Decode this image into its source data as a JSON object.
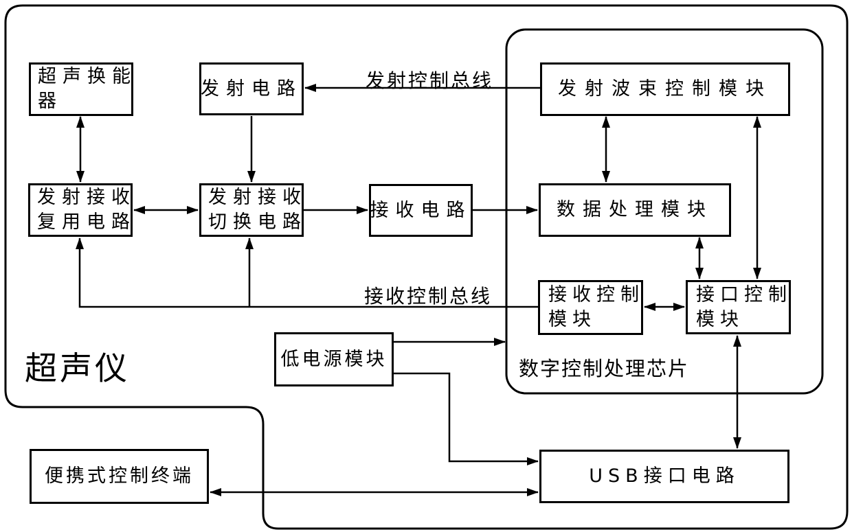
{
  "diagram": {
    "device_label": "超声仪",
    "chip_label": "数字控制处理芯片",
    "bus_labels": {
      "transmit_bus": "发射控制总线",
      "receive_bus": "接收控制总线"
    },
    "boxes": {
      "transducer": {
        "lines": [
          "超声换能",
          "器"
        ]
      },
      "tx_circuit": {
        "label": "发射电路"
      },
      "beam_control": {
        "label": "发射波束控制模块"
      },
      "mux": {
        "lines": [
          "发射接收",
          "复用电路"
        ]
      },
      "switch": {
        "lines": [
          "发射接收",
          "切换电路"
        ]
      },
      "rx_circuit": {
        "label": "接收电路"
      },
      "data_processing": {
        "label": "数据处理模块"
      },
      "rx_control": {
        "lines": [
          "接收控制",
          "模块"
        ]
      },
      "interface_control": {
        "lines": [
          "接口控制",
          "模块"
        ]
      },
      "power": {
        "label": "低电源模块"
      },
      "usb": {
        "label": "USB接口电路"
      },
      "terminal": {
        "label": "便携式控制终端"
      }
    },
    "colors": {
      "line": "#000000",
      "background": "#ffffff"
    }
  }
}
